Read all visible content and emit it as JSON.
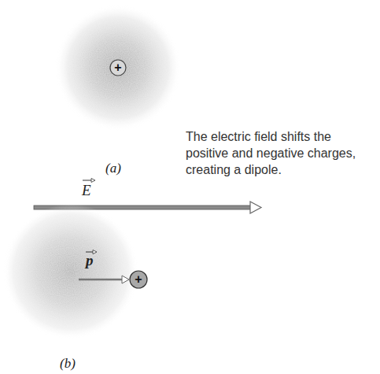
{
  "diagram": {
    "labels": [
      "+",
      "(a)",
      "The electric field shifts the positive and negative charges, creating a dipole.",
      "E",
      "p",
      "+",
      "(b)"
    ]
  }
}
